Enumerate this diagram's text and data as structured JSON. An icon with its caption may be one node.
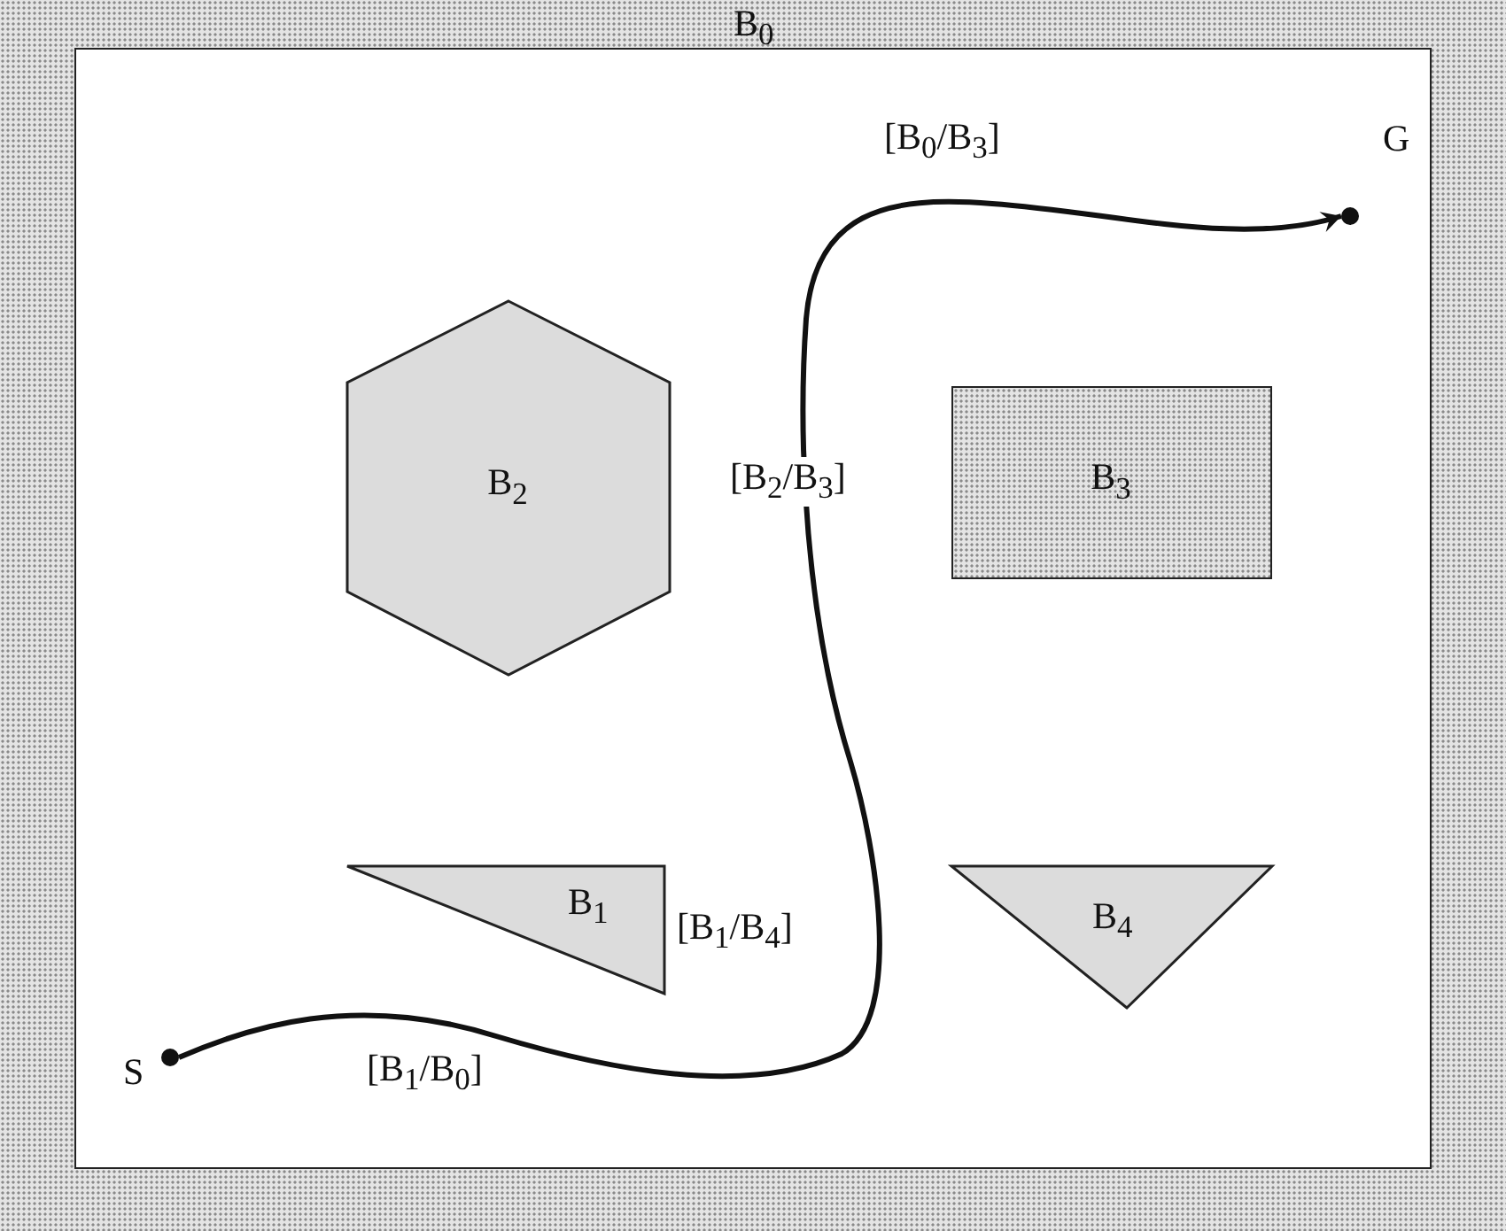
{
  "diagram": {
    "nodes": [
      {
        "text": [
          "B$_{0}$"
        ]
      },
      {
        "text": [
          "G"
        ],
        "in": 0
      },
      {
        "text": [
          "B$_{2}$"
        ],
        "in": 0
      },
      {
        "text": [
          "B$_{3}$"
        ],
        "in": 0
      },
      {
        "text": [
          "B$_{1}$"
        ],
        "in": 0
      },
      {
        "text": [
          "B$_{4}$"
        ],
        "in": 0
      },
      {
        "text": [
          "S"
        ],
        "in": 0
      }
    ],
    "edges": [
      {
        "from": 6,
        "to": 1,
        "arrow": "to"
      }
    ],
    "labels": [
      "[B$_{0}$/B$_{3}$]",
      "[B$_{2}$/B$_{3}$]",
      "[B$_{1}$/B$_{4}$]",
      "[B$_{1}$/B$_{0}$]"
    ]
  }
}
